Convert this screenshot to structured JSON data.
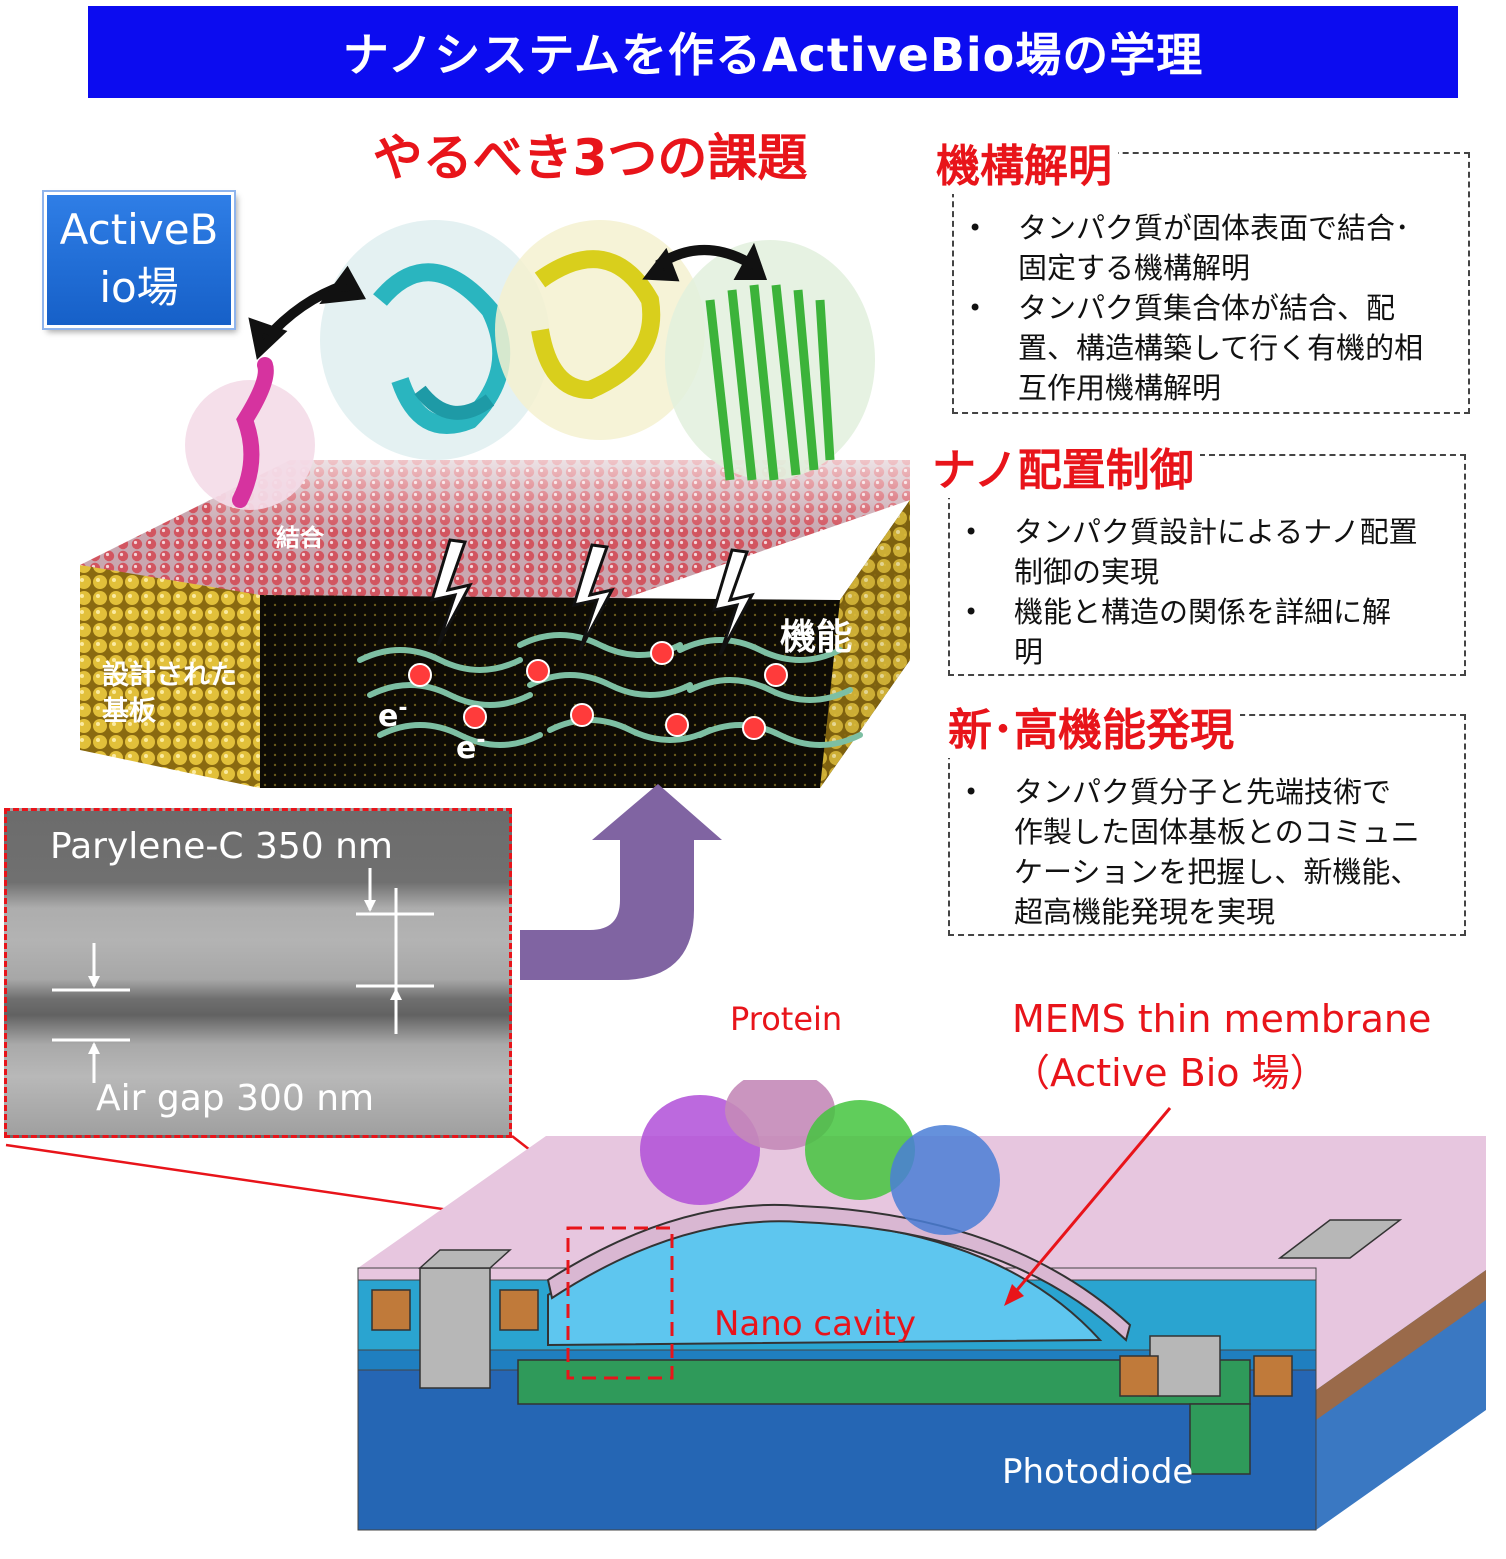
{
  "title": "ナノシステムを作るActiveBio場の学理",
  "subtitle": "やるべき3つの課題",
  "badge": {
    "line1": "ActiveB",
    "line2": "io場"
  },
  "illustration_labels": {
    "binding": "結合",
    "function": "機能",
    "substrate_line1": "設計された",
    "substrate_line2": "基板",
    "electron1": "e",
    "electron2": "e",
    "charge": "-"
  },
  "sem": {
    "parylene": "Parylene-C 350 nm",
    "airgap": "Air gap 300 nm"
  },
  "panels": [
    {
      "title": "機構解明",
      "items": [
        [
          "タンパク質が固体表面で結合･",
          "固定する機構解明"
        ],
        [
          "タンパク質集合体が結合、配",
          "置、構造構築して行く有機的相",
          "互作用機構解明"
        ]
      ]
    },
    {
      "title": "ナノ配置制御",
      "items": [
        [
          "タンパク質設計によるナノ配置",
          "制御の実現"
        ],
        [
          "機能と構造の関係を詳細に解",
          "明"
        ]
      ]
    },
    {
      "title": "新･高機能発現",
      "items": [
        [
          "タンパク質分子と先端技術で",
          "作製した固体基板とのコミュニ",
          "ケーションを把握し、新機能、",
          "超高機能発現を実現"
        ]
      ]
    }
  ],
  "device_labels": {
    "protein": "Protein",
    "mems_line1": "MEMS thin membrane",
    "mems_line2": "（Active Bio 場）",
    "cavity": "Nano cavity",
    "photodiode": "Photodiode"
  },
  "colors": {
    "title_bg": "#0c0cf0",
    "accent_red": "#e8141a",
    "arrow_purple": "#8064a2",
    "badge_blue": "#1f6fd8"
  }
}
